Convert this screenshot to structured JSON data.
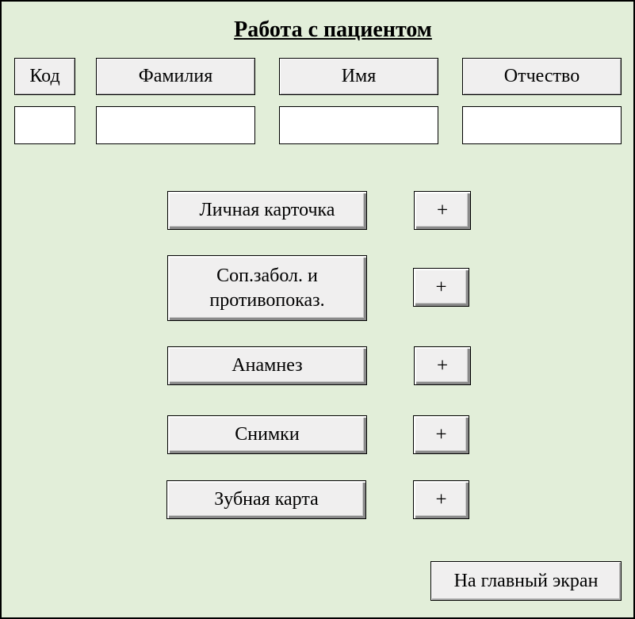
{
  "page": {
    "title": "Работа с пациентом"
  },
  "fields": [
    {
      "label": "Код",
      "value": ""
    },
    {
      "label": "Фамилия",
      "value": ""
    },
    {
      "label": "Имя",
      "value": ""
    },
    {
      "label": "Отчество",
      "value": ""
    }
  ],
  "sections": [
    {
      "label": "Личная карточка",
      "add_label": "+"
    },
    {
      "label": "Соп.забол. и противопоказ.",
      "add_label": "+"
    },
    {
      "label": "Анамнез",
      "add_label": "+"
    },
    {
      "label": "Снимки",
      "add_label": "+"
    },
    {
      "label": "Зубная карта",
      "add_label": "+"
    }
  ],
  "footer": {
    "home_label": "На главный экран"
  },
  "colors": {
    "background": "#e2eed9",
    "button_face": "#f0efef",
    "border": "#000000"
  }
}
